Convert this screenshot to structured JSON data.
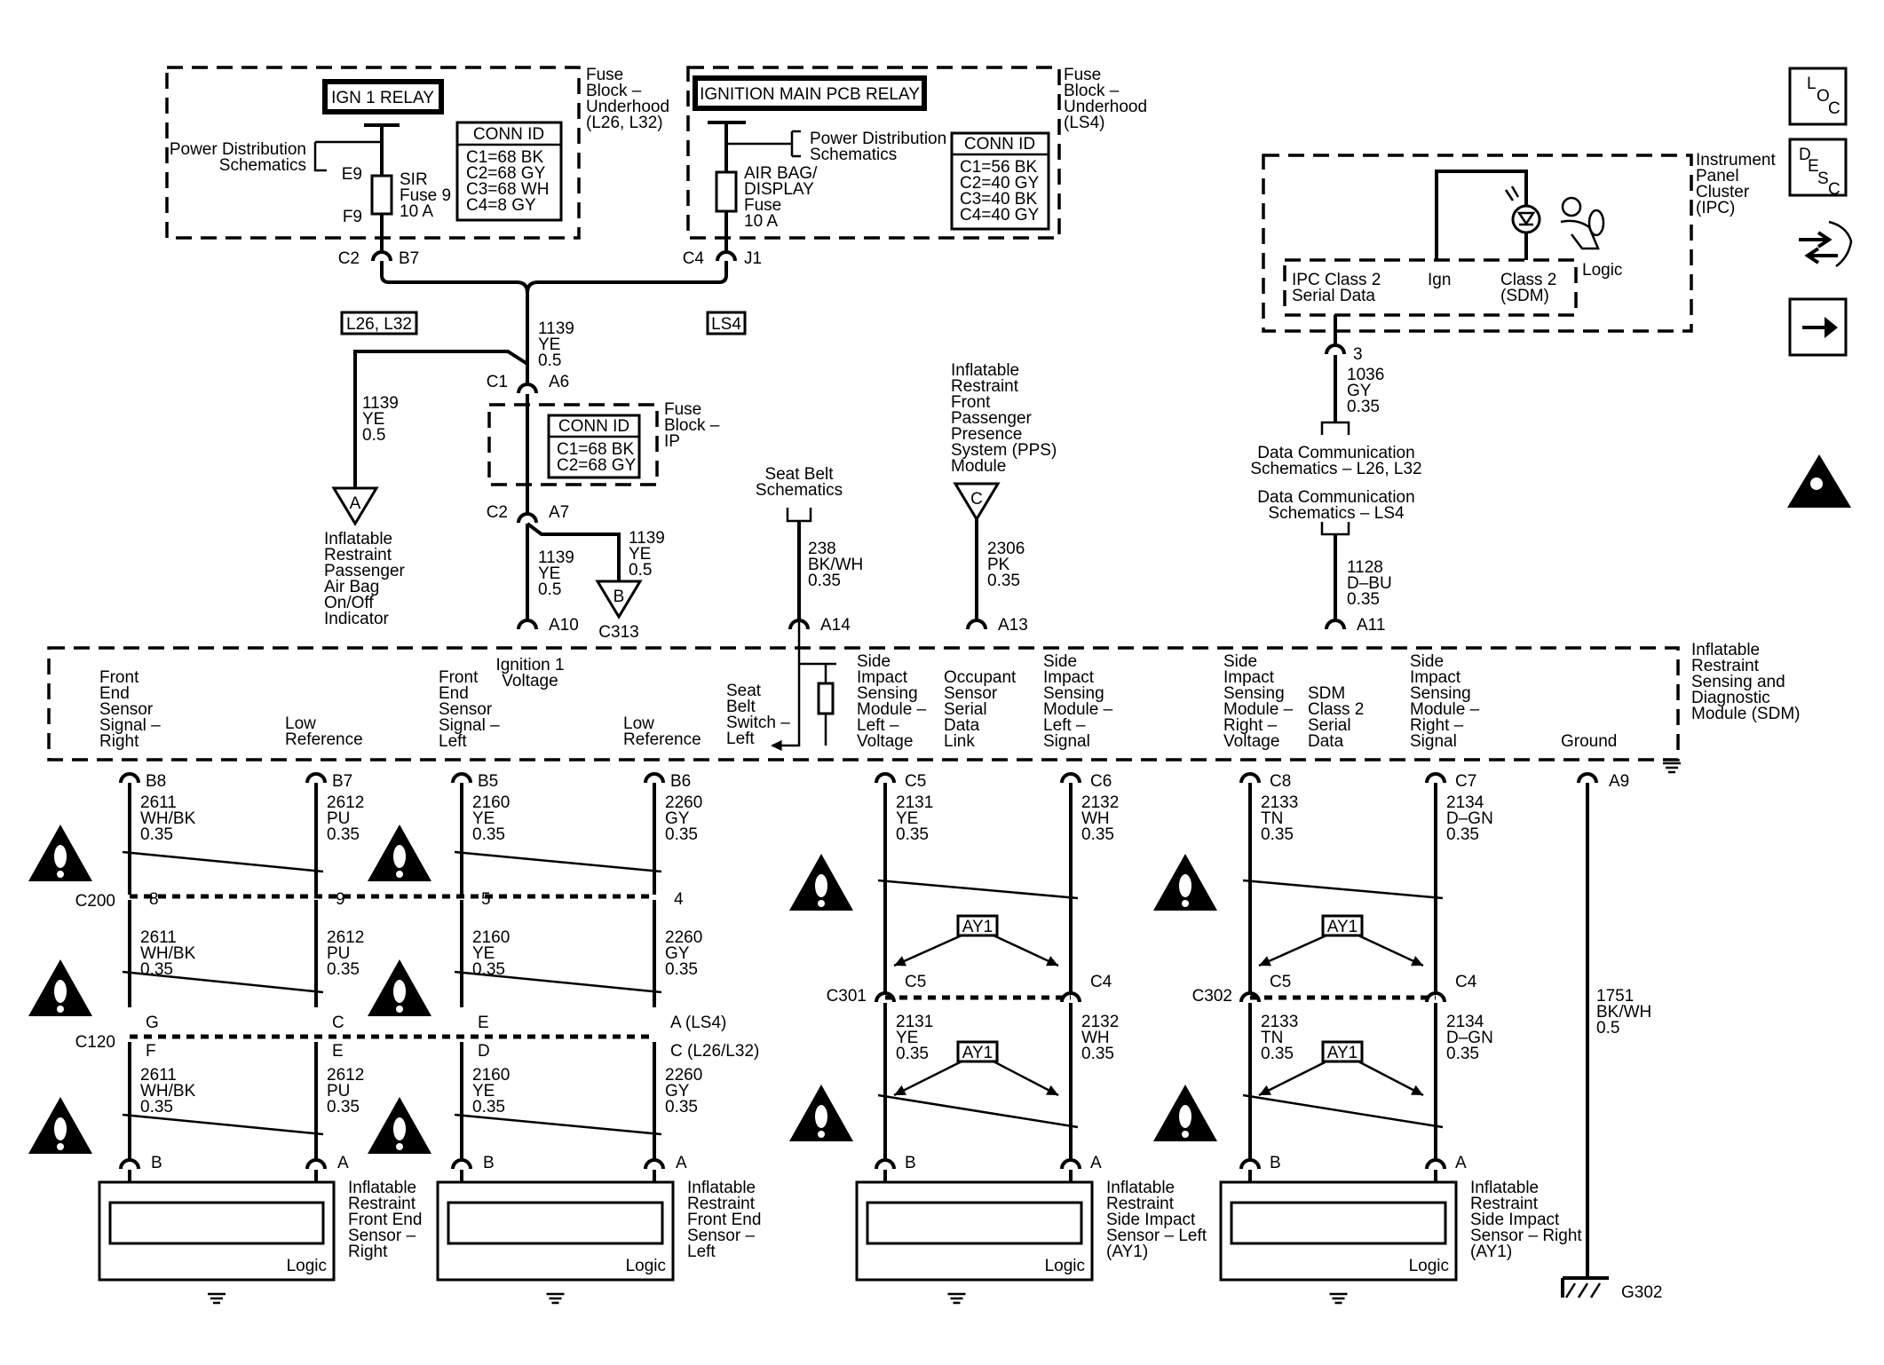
{
  "top": {
    "ign_relay": {
      "title": "IGN 1 RELAY",
      "power_dist": [
        "Power Distribution",
        "Schematics"
      ],
      "fuse_pins": [
        "E9",
        "F9"
      ],
      "fuse": [
        "SIR",
        "Fuse 9",
        "10 A"
      ],
      "block": [
        "Fuse",
        "Block –",
        "Underhood",
        "(L26, L32)"
      ],
      "conn_title": "CONN ID",
      "conn": [
        "C1=68 BK",
        "C2=68 GY",
        "C3=68 WH",
        "C4=8 GY"
      ],
      "connector": "C2",
      "pin": "B7",
      "option": "L26, L32"
    },
    "main_relay": {
      "title": "IGNITION MAIN PCB RELAY",
      "power_dist": [
        "Power Distribution",
        "Schematics"
      ],
      "fuse": [
        "AIR BAG/",
        "DISPLAY",
        "Fuse",
        "10 A"
      ],
      "block": [
        "Fuse",
        "Block –",
        "Underhood",
        "(LS4)"
      ],
      "conn_title": "CONN ID",
      "conn": [
        "C1=56 BK",
        "C2=40 GY",
        "C3=40 BK",
        "C4=40 GY"
      ],
      "connector": "C4",
      "pin": "J1",
      "option": "LS4"
    },
    "fuse_ip": {
      "block": [
        "Fuse",
        "Block –",
        "IP"
      ],
      "conn_title": "CONN ID",
      "conn": [
        "C1=68 BK",
        "C2=68 GY"
      ],
      "c1": "C1",
      "a6": "A6",
      "c2": "C2",
      "a7": "A7",
      "wire_top": [
        "1139",
        "YE",
        "0.5"
      ],
      "wire_bottom": [
        "1139",
        "YE",
        "0.5"
      ],
      "wire_left": [
        "1139",
        "YE",
        "0.5"
      ],
      "wire_right": [
        "1139",
        "YE",
        "0.5"
      ],
      "ref_a": "A",
      "ref_a_desc": [
        "Inflatable",
        "Restraint",
        "Passenger",
        "Air Bag",
        "On/Off",
        "Indicator"
      ],
      "ref_b": "B",
      "ref_b_conn": "C313"
    },
    "seatbelt": {
      "label": [
        "Seat Belt",
        "Schematics"
      ],
      "wire": [
        "238",
        "BK/WH",
        "0.35"
      ]
    },
    "pps": {
      "label": [
        "Inflatable",
        "Restraint",
        "Front",
        "Passenger",
        "Presence",
        "System (PPS)",
        "Module"
      ],
      "ref": "C",
      "wire": [
        "2306",
        "PK",
        "0.35"
      ]
    },
    "ipc": {
      "label": [
        "Instrument",
        "Panel",
        "Cluster",
        "(IPC)"
      ],
      "logic": "Logic",
      "pins": [
        [
          "IPC Class 2",
          "Serial Data"
        ],
        [
          "Ign"
        ],
        [
          "Class 2",
          "(SDM)"
        ]
      ],
      "pin": "3",
      "wire": [
        "1036",
        "GY",
        "0.35"
      ],
      "data_comm_1": [
        "Data Communication",
        "Schematics – L26, L32"
      ],
      "data_comm_2": [
        "Data Communication",
        "Schematics – LS4"
      ],
      "wire2": [
        "1128",
        "D–BU",
        "0.35"
      ]
    }
  },
  "sdm": {
    "title": [
      "Inflatable",
      "Restraint",
      "Sensing and",
      "Diagnostic",
      "Module (SDM)"
    ],
    "top_pins": [
      "A10",
      "A14",
      "A13",
      "A11"
    ],
    "ign_label": [
      "Ignition 1",
      "Voltage"
    ],
    "seatbelt_switch": [
      "Seat",
      "Belt",
      "Switch –",
      "Left"
    ],
    "signals": [
      [
        "Front",
        "End",
        "Sensor",
        "Signal –",
        "Right"
      ],
      [
        "Low",
        "Reference"
      ],
      [
        "Front",
        "End",
        "Sensor",
        "Signal –",
        "Left"
      ],
      [
        "Low",
        "Reference"
      ],
      [
        "Side",
        "Impact",
        "Sensing",
        "Module –",
        "Left –",
        "Voltage"
      ],
      [
        "Occupant",
        "Sensor",
        "Serial",
        "Data",
        "Link"
      ],
      [
        "Side",
        "Impact",
        "Sensing",
        "Module –",
        "Left –",
        "Signal"
      ],
      [
        "Side",
        "Impact",
        "Sensing",
        "Module –",
        "Right –",
        "Voltage"
      ],
      [
        "SDM",
        "Class 2",
        "Serial",
        "Data"
      ],
      [
        "Side",
        "Impact",
        "Sensing",
        "Module –",
        "Right –",
        "Signal"
      ],
      [
        "Ground"
      ]
    ],
    "bottom_pins": [
      "B8",
      "B7",
      "B5",
      "B6",
      "C5",
      "C6",
      "C8",
      "C7",
      "A9"
    ]
  },
  "front_circuits": [
    {
      "pin": "B8",
      "w1": [
        "2611",
        "WH/BK",
        "0.35"
      ],
      "c200": "8",
      "w2": [
        "2611",
        "WH/BK",
        "0.35"
      ],
      "c120": "G",
      "c120b": "F",
      "w3": [
        "2611",
        "WH/BK",
        "0.35"
      ],
      "sensor_pin": "B"
    },
    {
      "pin": "B7",
      "w1": [
        "2612",
        "PU",
        "0.35"
      ],
      "c200": "9",
      "w2": [
        "2612",
        "PU",
        "0.35"
      ],
      "c120": "C",
      "c120b": "E",
      "w3": [
        "2612",
        "PU",
        "0.35"
      ],
      "sensor_pin": "A"
    },
    {
      "pin": "B5",
      "w1": [
        "2160",
        "YE",
        "0.35"
      ],
      "c200": "5",
      "w2": [
        "2160",
        "YE",
        "0.35"
      ],
      "c120": "E",
      "c120b": "D",
      "w3": [
        "2160",
        "YE",
        "0.35"
      ],
      "sensor_pin": "B"
    },
    {
      "pin": "B6",
      "w1": [
        "2260",
        "GY",
        "0.35"
      ],
      "c200": "4",
      "w2": [
        "2260",
        "GY",
        "0.35"
      ],
      "c120": "A (LS4)",
      "c120b": "C (L26/L32)",
      "w3": [
        "2260",
        "GY",
        "0.35"
      ],
      "sensor_pin": "A"
    }
  ],
  "side_circuits": [
    {
      "pin": "C5",
      "w1": [
        "2131",
        "YE",
        "0.35"
      ],
      "conn_pin": "C5",
      "w2": [
        "2131",
        "YE",
        "0.35"
      ],
      "sensor_pin": "B"
    },
    {
      "pin": "C6",
      "w1": [
        "2132",
        "WH",
        "0.35"
      ],
      "conn_pin": "C4",
      "w2": [
        "2132",
        "WH",
        "0.35"
      ],
      "sensor_pin": "A"
    },
    {
      "pin": "C8",
      "w1": [
        "2133",
        "TN",
        "0.35"
      ],
      "conn_pin": "C5",
      "w2": [
        "2133",
        "TN",
        "0.35"
      ],
      "sensor_pin": "B"
    },
    {
      "pin": "C7",
      "w1": [
        "2134",
        "D–GN",
        "0.35"
      ],
      "conn_pin": "C4",
      "w2": [
        "2134",
        "D–GN",
        "0.35"
      ],
      "sensor_pin": "A"
    }
  ],
  "connectors": {
    "c200": "C200",
    "c120": "C120",
    "c301": "C301",
    "c302": "C302",
    "ay1": "AY1"
  },
  "ground": {
    "wire": [
      "1751",
      "BK/WH",
      "0.5"
    ],
    "name": "G302"
  },
  "sensors": [
    {
      "label": [
        "Inflatable",
        "Restraint",
        "Front End",
        "Sensor –",
        "Right"
      ],
      "logic": "Logic"
    },
    {
      "label": [
        "Inflatable",
        "Restraint",
        "Front End",
        "Sensor –",
        "Left"
      ],
      "logic": "Logic"
    },
    {
      "label": [
        "Inflatable",
        "Restraint",
        "Side Impact",
        "Sensor – Left",
        "(AY1)"
      ],
      "logic": "Logic"
    },
    {
      "label": [
        "Inflatable",
        "Restraint",
        "Side Impact",
        "Sensor – Right",
        "(AY1)"
      ],
      "logic": "Logic"
    }
  ],
  "nav": {
    "loc": [
      "L",
      "O",
      "C"
    ],
    "desc": [
      "D",
      "E",
      "S",
      "C"
    ]
  }
}
